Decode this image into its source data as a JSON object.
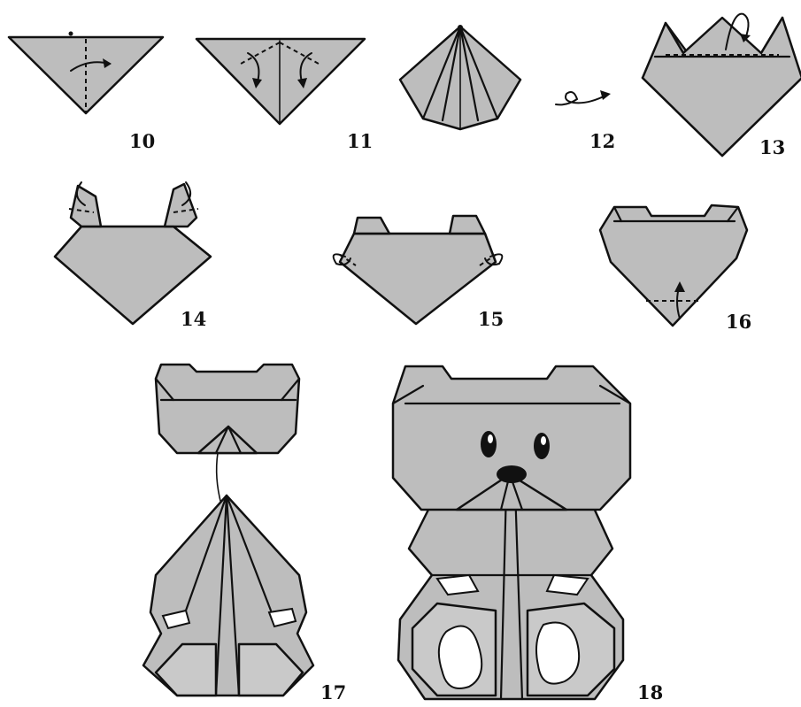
{
  "steps": [
    {
      "id": "step-10",
      "number": "10"
    },
    {
      "id": "step-11",
      "number": "11"
    },
    {
      "id": "step-12",
      "number": "12"
    },
    {
      "id": "step-13",
      "number": "13"
    },
    {
      "id": "step-14",
      "number": "14"
    },
    {
      "id": "step-15",
      "number": "15"
    },
    {
      "id": "step-16",
      "number": "16"
    },
    {
      "id": "step-17",
      "number": "17"
    },
    {
      "id": "step-18",
      "number": "18"
    }
  ],
  "colors": {
    "paper": "#bdbdbd",
    "ink": "#111111",
    "background": "#ffffff"
  }
}
